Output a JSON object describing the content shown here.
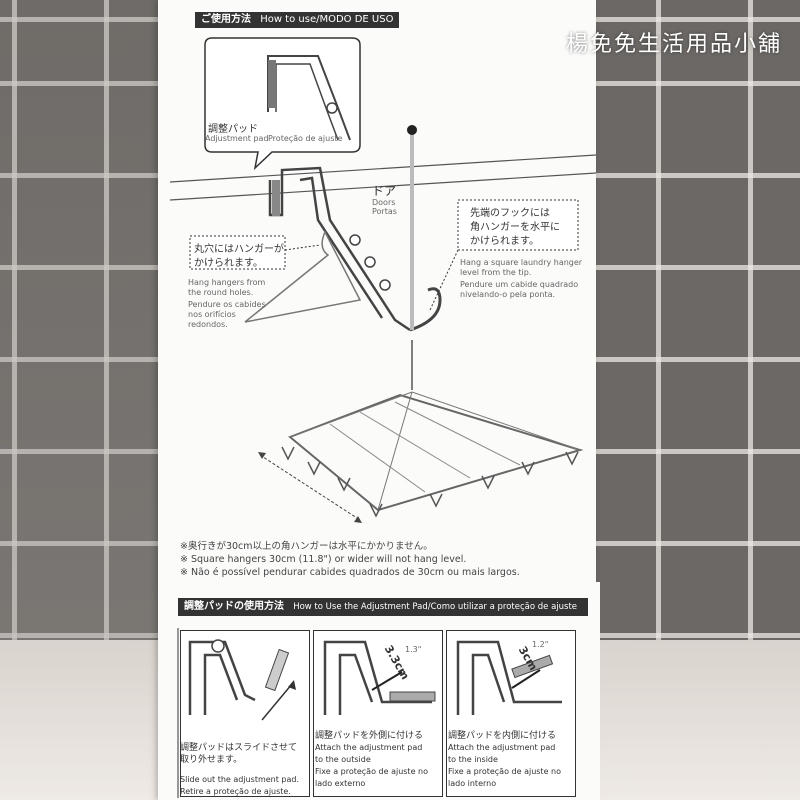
{
  "watermark": "楊免免生活用品小舖",
  "usage_header": {
    "jp": "ご使用方法",
    "en": "How to use/MODO DE USO"
  },
  "pad_label": {
    "jp": "調整パッド",
    "en": "Adjustment pad",
    "pt": "Proteção de ajuste"
  },
  "door_label": {
    "jp": "ドア",
    "en": "Doors",
    "pt": "Portas"
  },
  "tip_callout": {
    "jp_line1": "先端のフックには",
    "jp_line2": "角ハンガーを水平に",
    "jp_line3": "かけられます。",
    "en": "Hang a square laundry hanger level from the tip.",
    "pt": "Pendure um cabide quadrado nivelando-o pela ponta."
  },
  "holes_callout": {
    "jp_line1": "丸穴にはハンガーが",
    "jp_line2": "かけられます。",
    "en": "Hang hangers from the round holes.",
    "pt": "Pendure os cabides nos orifícios redondos."
  },
  "warning": {
    "jp": "※奥行きが30cm以上の角ハンガーは水平にかかりません。",
    "en": "※ Square hangers 30cm (11.8\") or wider will not hang level.",
    "pt": "※ Não é possível pendurar cabides quadrados de 30cm ou mais largos."
  },
  "pad_header": {
    "jp": "調整パッドの使用方法",
    "en": "How to Use the Adjustment Pad/Como utilizar a proteção de ajuste"
  },
  "panels": [
    {
      "jp1": "調整パッドはスライドさせて",
      "jp2": "取り外せます。",
      "en": "Slide out the adjustment pad.",
      "pt": "Retire a proteção de ajuste."
    },
    {
      "jp1": "調整パッドを外側に付ける",
      "en1": "Attach the adjustment pad",
      "en2": "to the outside",
      "pt1": "Fixe a proteção de ajuste no",
      "pt2": "lado externo",
      "dim": "3.3cm",
      "inch": "1.3\""
    },
    {
      "jp1": "調整パッドを内側に付ける",
      "en1": "Attach the adjustment pad",
      "en2": "to the inside",
      "pt1": "Fixe a proteção de ajuste no",
      "pt2": "lado interno",
      "dim": "3cm",
      "inch": "1.2\""
    }
  ]
}
